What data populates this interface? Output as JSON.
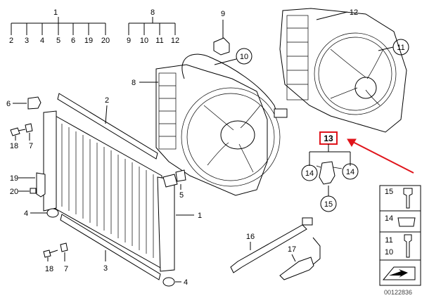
{
  "diagram": {
    "doc_number": "00122836",
    "highlight_color": "#e0141b",
    "groups": {
      "g1": {
        "head": "1",
        "items": [
          "2",
          "3",
          "4",
          "5",
          "6",
          "19",
          "20"
        ]
      },
      "g8": {
        "head": "8",
        "items": [
          "9",
          "10",
          "11",
          "12"
        ]
      }
    },
    "callouts": {
      "c1": "1",
      "c2": "2",
      "c3": "3",
      "c4a": "4",
      "c4b": "4",
      "c5": "5",
      "c6": "6",
      "c7a": "7",
      "c7b": "7",
      "c8": "8",
      "c9": "9",
      "c10": "10",
      "c11": "11",
      "c12": "12",
      "c13": "13",
      "c14a": "14",
      "c14b": "14",
      "c15": "15",
      "c16": "16",
      "c17": "17",
      "c18a": "18",
      "c18b": "18",
      "c19": "19",
      "c20": "20"
    },
    "legend": {
      "r1": "15",
      "r2": "14",
      "r3a": "11",
      "r3b": "10"
    }
  }
}
